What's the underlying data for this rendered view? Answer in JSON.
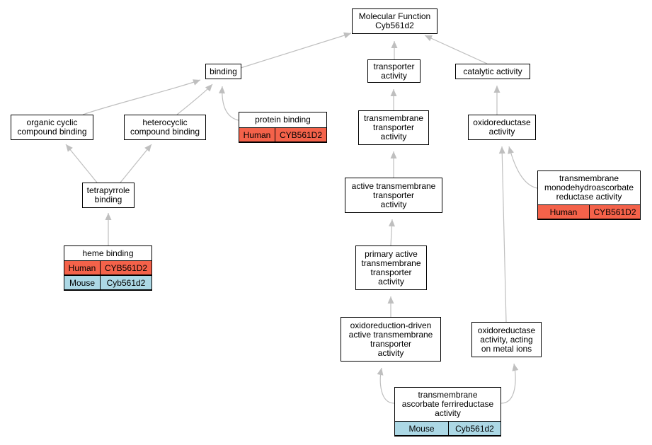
{
  "colors": {
    "human": "#f4624a",
    "mouse": "#acd8e5",
    "edge": "#bfbfbf"
  },
  "nodes": {
    "root": {
      "lines": [
        "Molecular Function",
        "Cyb561d2"
      ]
    },
    "binding": {
      "lines": [
        "binding"
      ]
    },
    "transporter_activity": {
      "lines": [
        "transporter",
        "activity"
      ]
    },
    "catalytic_activity": {
      "lines": [
        "catalytic activity"
      ]
    },
    "organic_cyclic": {
      "lines": [
        "organic cyclic",
        "compound binding"
      ]
    },
    "heterocyclic": {
      "lines": [
        "heterocyclic",
        "compound binding"
      ]
    },
    "protein_binding": {
      "lines": [
        "protein binding"
      ],
      "annotations": [
        {
          "species": "Human",
          "gene": "CYB561D2"
        }
      ]
    },
    "tm_transporter": {
      "lines": [
        "transmembrane",
        "transporter",
        "activity"
      ]
    },
    "oxidoreductase": {
      "lines": [
        "oxidoreductase",
        "activity"
      ]
    },
    "tetrapyrrole": {
      "lines": [
        "tetrapyrrole",
        "binding"
      ]
    },
    "active_tm": {
      "lines": [
        "active transmembrane",
        "transporter",
        "activity"
      ]
    },
    "monodehydro": {
      "lines": [
        "transmembrane",
        "monodehydroascorbate",
        "reductase activity"
      ],
      "annotations": [
        {
          "species": "Human",
          "gene": "CYB561D2"
        }
      ]
    },
    "heme": {
      "lines": [
        "heme binding"
      ],
      "annotations": [
        {
          "species": "Human",
          "gene": "CYB561D2"
        },
        {
          "species": "Mouse",
          "gene": "Cyb561d2"
        }
      ]
    },
    "primary_active": {
      "lines": [
        "primary active",
        "transmembrane",
        "transporter",
        "activity"
      ]
    },
    "redox_driven": {
      "lines": [
        "oxidoreduction-driven",
        "active transmembrane",
        "transporter",
        "activity"
      ]
    },
    "metal_ions": {
      "lines": [
        "oxidoreductase",
        "activity, acting",
        "on metal ions"
      ]
    },
    "ferrireductase": {
      "lines": [
        "transmembrane",
        "ascorbate ferrireductase",
        "activity"
      ],
      "annotations": [
        {
          "species": "Mouse",
          "gene": "Cyb561d2"
        }
      ]
    }
  },
  "edges": [
    {
      "from": "binding",
      "to": "root"
    },
    {
      "from": "transporter_activity",
      "to": "root"
    },
    {
      "from": "catalytic_activity",
      "to": "root"
    },
    {
      "from": "organic_cyclic",
      "to": "binding"
    },
    {
      "from": "heterocyclic",
      "to": "binding"
    },
    {
      "from": "protein_binding",
      "to": "binding"
    },
    {
      "from": "tm_transporter",
      "to": "transporter_activity"
    },
    {
      "from": "oxidoreductase",
      "to": "catalytic_activity"
    },
    {
      "from": "tetrapyrrole",
      "to": "organic_cyclic"
    },
    {
      "from": "tetrapyrrole",
      "to": "heterocyclic"
    },
    {
      "from": "heme",
      "to": "tetrapyrrole"
    },
    {
      "from": "active_tm",
      "to": "tm_transporter"
    },
    {
      "from": "primary_active",
      "to": "active_tm"
    },
    {
      "from": "redox_driven",
      "to": "primary_active"
    },
    {
      "from": "ferrireductase",
      "to": "redox_driven"
    },
    {
      "from": "ferrireductase",
      "to": "metal_ions"
    },
    {
      "from": "metal_ions",
      "to": "oxidoreductase"
    },
    {
      "from": "monodehydro",
      "to": "oxidoreductase"
    }
  ]
}
